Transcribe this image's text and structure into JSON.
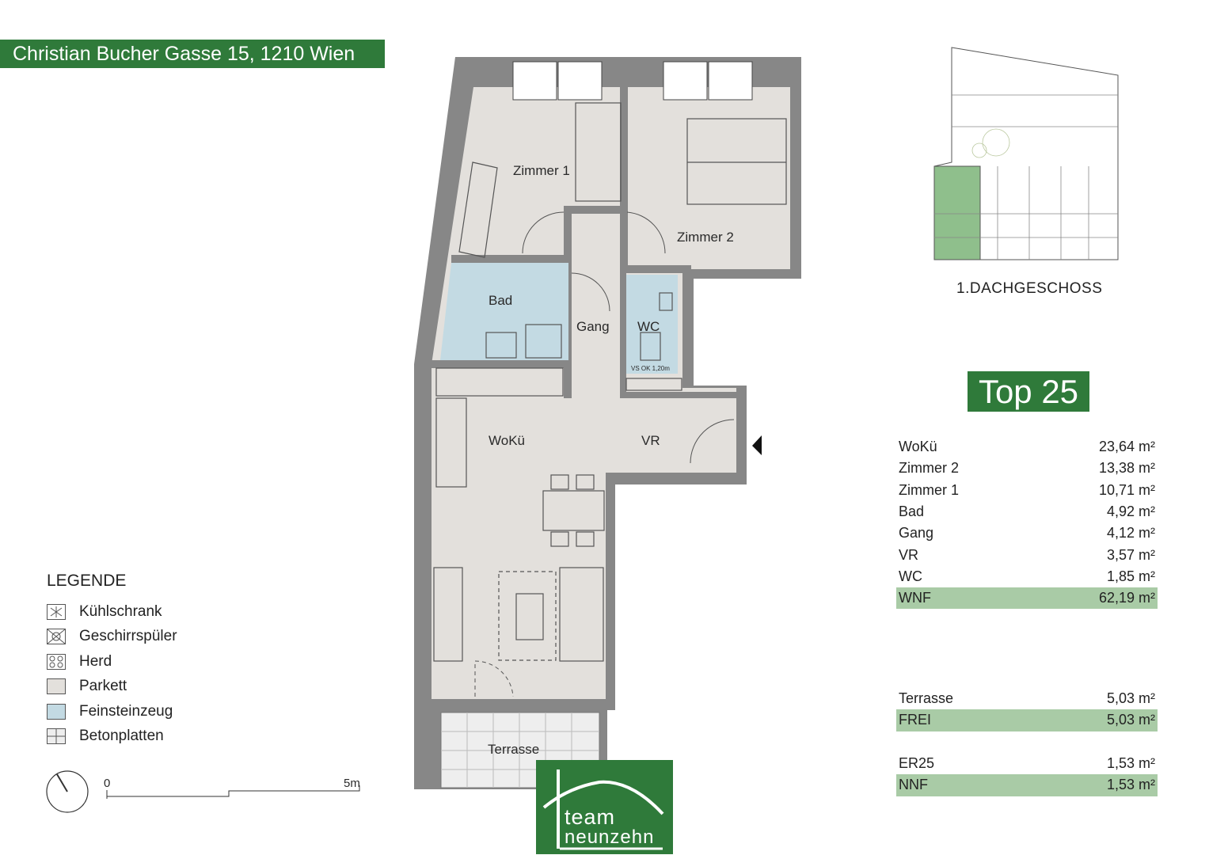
{
  "address": "Christian Bucher Gasse 15, 1210 Wien",
  "rooms": {
    "zimmer1": "Zimmer 1",
    "zimmer2": "Zimmer 2",
    "bad": "Bad",
    "gang": "Gang",
    "wc": "WC",
    "wc_note": "VS OK 1,20m",
    "woku": "WoKü",
    "vr": "VR",
    "terrasse": "Terrasse"
  },
  "legend": {
    "title": "LEGENDE",
    "items": [
      {
        "label": "Kühlschrank",
        "icon": "fridge-icon"
      },
      {
        "label": "Geschirrspüler",
        "icon": "dishwasher-icon"
      },
      {
        "label": "Herd",
        "icon": "stove-icon"
      },
      {
        "label": "Parkett",
        "icon": "parquet-swatch",
        "color": "#e3e0dc"
      },
      {
        "label": "Feinsteinzeug",
        "icon": "tile-swatch",
        "color": "#c3dae3"
      },
      {
        "label": "Betonplatten",
        "icon": "concrete-swatch",
        "color": "#eeeeee"
      }
    ]
  },
  "scale": {
    "start": "0",
    "end": "5m"
  },
  "floor_label": "1.DACHGESCHOSS",
  "unit": "Top 25",
  "areas": [
    {
      "name": "WoKü",
      "value": "23,64 m²"
    },
    {
      "name": "Zimmer 2",
      "value": "13,38 m²"
    },
    {
      "name": "Zimmer 1",
      "value": "10,71 m²"
    },
    {
      "name": "Bad",
      "value": "4,92 m²"
    },
    {
      "name": "Gang",
      "value": "4,12 m²"
    },
    {
      "name": "VR",
      "value": "3,57 m²"
    },
    {
      "name": "WC",
      "value": "1,85 m²"
    }
  ],
  "wnf": {
    "name": "WNF",
    "value": "62,19 m²"
  },
  "terrace": {
    "name": "Terrasse",
    "value": "5,03 m²"
  },
  "frei": {
    "name": "FREI",
    "value": "5,03 m²"
  },
  "er": {
    "name": "ER25",
    "value": "1,53 m²"
  },
  "nnf": {
    "name": "NNF",
    "value": "1,53 m²"
  },
  "logo": {
    "line1": "team",
    "line2": "neunzehn"
  },
  "colors": {
    "brand_green": "#2f7a3a",
    "highlight": "#a9cba6",
    "parquet": "#e3e0dc",
    "tile": "#c3dae3",
    "wall": "#878787"
  }
}
